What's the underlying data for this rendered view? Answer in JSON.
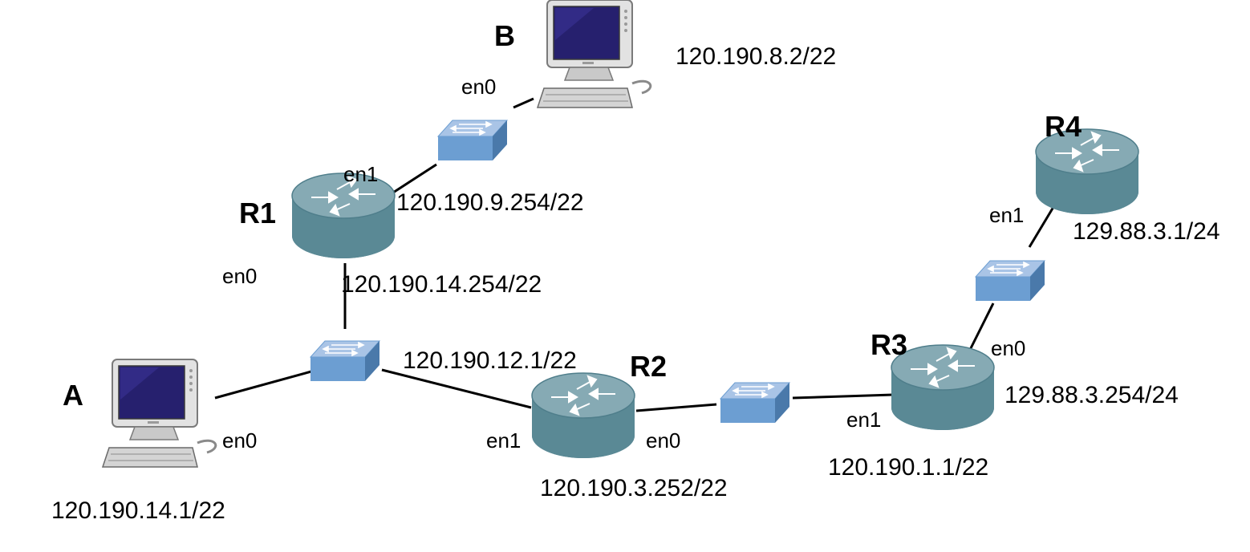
{
  "hosts": {
    "A": {
      "name": "A",
      "interface": "en0",
      "ip": "120.190.14.1/22"
    },
    "B": {
      "name": "B",
      "interface": "en0",
      "ip": "120.190.8.2/22"
    }
  },
  "routers": {
    "R1": {
      "name": "R1",
      "en0": "en0",
      "en0_ip": "120.190.14.254/22",
      "en1": "en1",
      "en1_ip": "120.190.9.254/22"
    },
    "R2": {
      "name": "R2",
      "en0": "en0",
      "en0_ip": "120.190.3.252/22",
      "en1": "en1",
      "en1_ip": "120.190.12.1/22"
    },
    "R3": {
      "name": "R3",
      "en0": "en0",
      "en0_ip": "129.88.3.254/24",
      "en1": "en1",
      "en1_ip": "120.190.1.1/22"
    },
    "R4": {
      "name": "R4",
      "en1": "en1",
      "en1_ip": "129.88.3.1/24"
    }
  },
  "colors": {
    "router_top": "#7fa4ae",
    "router_side": "#4f7e8b",
    "switch_top": "#a9c4e6",
    "switch_front": "#6c9ed2",
    "switch_side": "#4a79aa",
    "screen": "#26206e",
    "monitor_body": "#e2e2e2",
    "link": "#000000"
  },
  "icons": {
    "router": "router-icon",
    "switch": "switch-icon",
    "computer": "computer-icon"
  }
}
